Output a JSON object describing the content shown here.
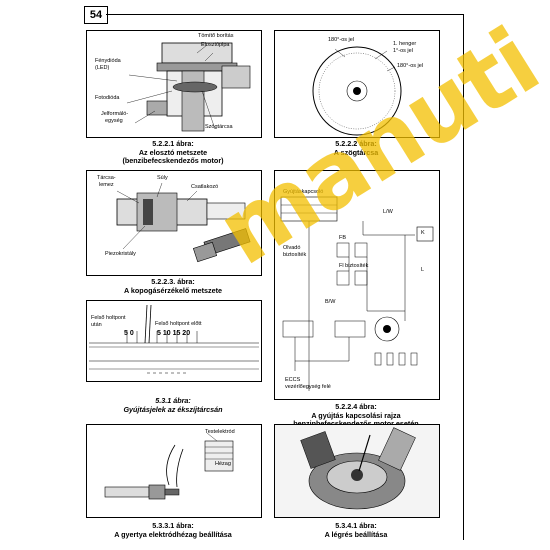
{
  "page_number": "54",
  "figures": {
    "f1": {
      "labels": {
        "tomito": "Tömítő borítás",
        "eloszto": "Elosztópipa",
        "feny": "Fénydióda",
        "led": "(LED)",
        "foto": "Fotodióda",
        "jelfo1": "Jelformáló-",
        "jelfo2": "egység",
        "szogtarcsa": "Szögtárcsa"
      },
      "cap1": "5.2.2.1 ábra:",
      "cap2": "Az elosztó metszete",
      "cap3": "(benzibefecskendezős motor)"
    },
    "f2": {
      "labels": {
        "jel180a": "180°-os jel",
        "hengerjel1": "1. henger",
        "hengerjel2": "1°-os jel",
        "jel180b": "180°-os jel"
      },
      "cap1": "5.2.2.2 ábra:",
      "cap2": "A szögtárcsa"
    },
    "f3": {
      "labels": {
        "tarcsa1": "Tárcsa-",
        "tarcsa2": "lemez",
        "suly": "Súly",
        "csatlakozo": "Csatlakozó",
        "piezo": "Piezokristály"
      },
      "cap1": "5.2.2.3. ábra:",
      "cap2": "A kopogásérzékelő metszete"
    },
    "f4": {
      "labels": {
        "felso_utan1": "Felső holtpont",
        "felso_utan2": "után",
        "felso_elott": "Felső holtpont előtt",
        "nums_left": "5  0",
        "nums_right": "5  10  15  20"
      },
      "cap1": "5.3.1 ábra:",
      "cap2": "Gyújtásjelek az ékszíjtárcsán"
    },
    "f5": {
      "labels": {
        "gyujtaskapcsolo": "Gyújtáskapcsoló",
        "olvado1": "Olvadó",
        "olvado2": "biztosíték",
        "fb": "FB",
        "fb2": "Fl biztosíték",
        "lw": "L/W",
        "bw": "B/W",
        "l": "L",
        "eccs1": "ECCS",
        "eccs2": "vezérlőegység felé",
        "box": "K"
      },
      "cap1": "5.2.2.4 ábra:",
      "cap2": "A gyújtás kapcsolási rajza",
      "cap3": "benzinbefecskendezős motor esetén"
    },
    "f6": {
      "labels": {
        "testelektrod": "Testelektród",
        "hezag": "Hézag"
      },
      "cap1": "5.3.3.1 ábra:",
      "cap2": "A gyertya elektródhézag beállítása"
    },
    "f7": {
      "cap1": "5.3.4.1 ábra:",
      "cap2": "A légrés beállítása"
    }
  },
  "watermark": "manuti"
}
